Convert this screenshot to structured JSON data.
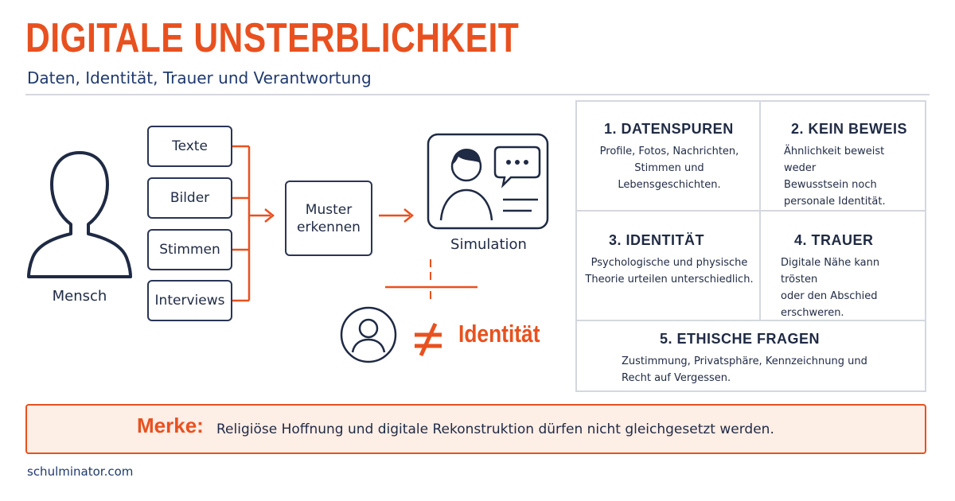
{
  "header": {
    "title": "DIGITALE UNSTERBLICHKEIT",
    "subtitle": "Daten, Identität, Trauer und Verantwortung"
  },
  "diagram": {
    "person_label": "Mensch",
    "data_sources": [
      "Texte",
      "Bilder",
      "Stimmen",
      "Interviews"
    ],
    "process_label_line1": "Muster",
    "process_label_line2": "erkennen",
    "output_label": "Simulation",
    "contrast_label": "Identität",
    "icons": {
      "person": "person-silhouette-icon",
      "simulation": "screen-avatar-chat-icon",
      "avatar": "avatar-circle-icon",
      "not_equal": "not-equal-icon"
    }
  },
  "grid": {
    "cells": [
      {
        "title": "1. DATENSPUREN",
        "lines": [
          "Profile, Fotos, Nachrichten,",
          "Stimmen und Lebensgeschichten."
        ]
      },
      {
        "title": "2. KEIN BEWEIS",
        "lines": [
          "Ähnlichkeit beweist weder",
          "Bewusstsein noch",
          "personale Identität."
        ]
      },
      {
        "title": "3. IDENTITÄT",
        "lines": [
          "Psychologische und physische",
          "Theorie urteilen unterschiedlich."
        ]
      },
      {
        "title": "4. TRAUER",
        "lines": [
          "Digitale Nähe kann trösten",
          "oder den Abschied",
          "erschweren."
        ]
      },
      {
        "title": "5. ETHISCHE FRAGEN",
        "lines": [
          "Zustimmung, Privatsphäre, Kennzeichnung und",
          "Recht auf Vergessen."
        ]
      }
    ]
  },
  "merke": {
    "label": "Merke:",
    "text": "Religiöse Hoffnung und digitale Rekonstruktion dürfen nicht gleichgesetzt werden."
  },
  "footer": {
    "source": "schulminator.com"
  },
  "colors": {
    "accent": "#e8511f",
    "navy": "#1f2a44",
    "border": "#d4d8de",
    "merke_bg": "#fdeee6"
  }
}
